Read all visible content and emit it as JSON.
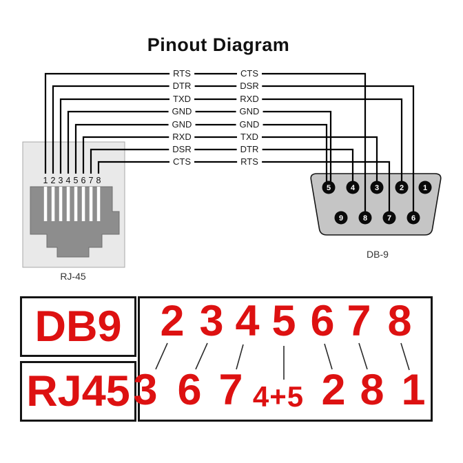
{
  "title": "Pinout Diagram",
  "colors": {
    "accent_red": "#dd1111",
    "wire_black": "#000000",
    "rj45_panel_gray": "#e9e9e9",
    "rj45_jack_gray": "#8d8d8d",
    "db9_body_gray": "#c5c5c5"
  },
  "rj45": {
    "label": "RJ-45",
    "pins": [
      "1",
      "2",
      "3",
      "4",
      "5",
      "6",
      "7",
      "8"
    ]
  },
  "db9": {
    "label": "DB-9",
    "pins_top": [
      "5",
      "4",
      "3",
      "2",
      "1"
    ],
    "pins_bottom": [
      "9",
      "8",
      "7",
      "6"
    ]
  },
  "signals": {
    "left": [
      "RTS",
      "DTR",
      "TXD",
      "GND",
      "GND",
      "RXD",
      "DSR",
      "CTS"
    ],
    "right": [
      "CTS",
      "DSR",
      "RXD",
      "GND",
      "GND",
      "TXD",
      "DTR",
      "RTS"
    ]
  },
  "connections": [
    {
      "rj45_pin": "1",
      "rj45_signal": "RTS",
      "db9_pin": "7",
      "db9_signal": "RTS"
    },
    {
      "rj45_pin": "2",
      "rj45_signal": "DTR",
      "db9_pin": "4",
      "db9_signal": "DTR"
    },
    {
      "rj45_pin": "3",
      "rj45_signal": "TXD",
      "db9_pin": "2",
      "db9_signal": "RXD"
    },
    {
      "rj45_pin": "4",
      "rj45_signal": "GND",
      "db9_pin": "5",
      "db9_signal": "GND"
    },
    {
      "rj45_pin": "5",
      "rj45_signal": "GND",
      "db9_pin": "5",
      "db9_signal": "GND"
    },
    {
      "rj45_pin": "6",
      "rj45_signal": "RXD",
      "db9_pin": "3",
      "db9_signal": "TXD"
    },
    {
      "rj45_pin": "7",
      "rj45_signal": "DSR",
      "db9_pin": "4",
      "db9_signal": "DTR"
    },
    {
      "rj45_pin": "8",
      "rj45_signal": "CTS",
      "db9_pin": "7",
      "db9_signal": "RTS"
    }
  ],
  "mapping_table": {
    "headers": [
      "DB9",
      "RJ45"
    ],
    "db9_row": [
      "2",
      "3",
      "4",
      "5",
      "6",
      "7",
      "8"
    ],
    "rj45_row": [
      "3",
      "6",
      "7",
      "4+5",
      "2",
      "8",
      "1"
    ]
  }
}
